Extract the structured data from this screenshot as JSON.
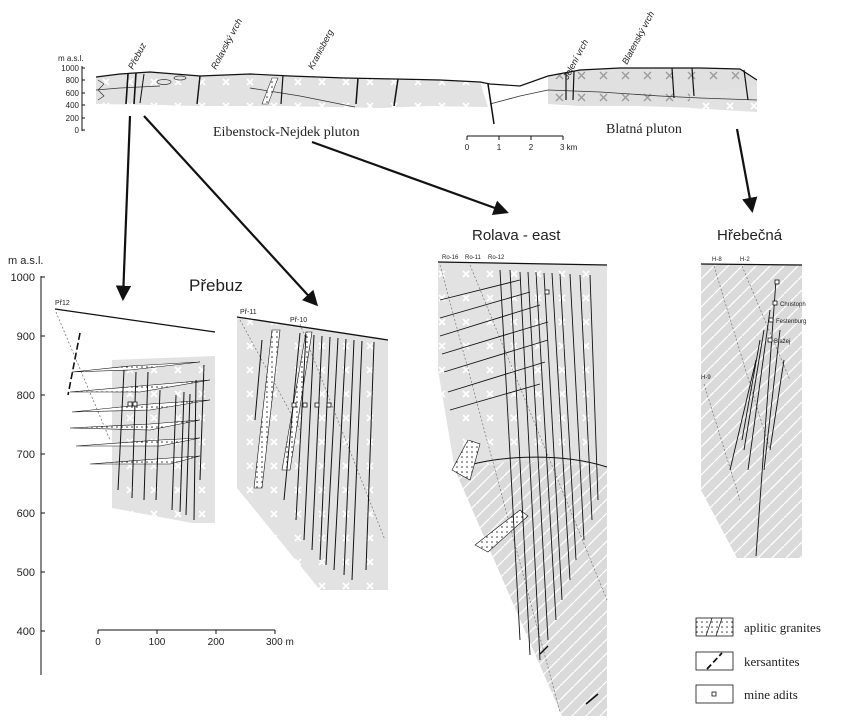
{
  "overview": {
    "axis_unit": "m a.s.l.",
    "elev_ticks": [
      "1000",
      "800",
      "600",
      "400",
      "200",
      "0"
    ],
    "peaks": [
      "Přebuz",
      "Rolavský vrch",
      "Kranisberg",
      "Jelení vrch",
      "Blatenský vrch"
    ],
    "plutons": [
      "Eibenstock-Nejdek pluton",
      "Blatná pluton"
    ],
    "scale_labels": [
      "0",
      "1",
      "2",
      "3 km"
    ]
  },
  "section_axes": {
    "y_unit": "m a.s.l.",
    "y_ticks": [
      "1000",
      "900",
      "800",
      "700",
      "600",
      "500",
      "400"
    ],
    "x_ticks": [
      "0",
      "100",
      "200",
      "300 m"
    ]
  },
  "sections": {
    "prebuz": {
      "title": "Přebuz",
      "boreholes": [
        "Př12",
        "Př-11",
        "Př-10"
      ]
    },
    "rolava": {
      "title": "Rolava - east",
      "boreholes": [
        "Ro-16",
        "Ro-11",
        "Ro-12"
      ]
    },
    "hrebecna": {
      "title": "Hřebečná",
      "boreholes": [
        "H-8",
        "H-2",
        "H-9"
      ],
      "adits": [
        "Christoph",
        "Festenburg",
        "Blažej"
      ]
    }
  },
  "legend": {
    "aplitic": "aplitic granites",
    "kersantites": "kersantites",
    "adits": "mine adits"
  },
  "colors": {
    "granite_fill": "#e2e2e2",
    "pattern_mark": "#ffffff",
    "line": "#111111"
  }
}
